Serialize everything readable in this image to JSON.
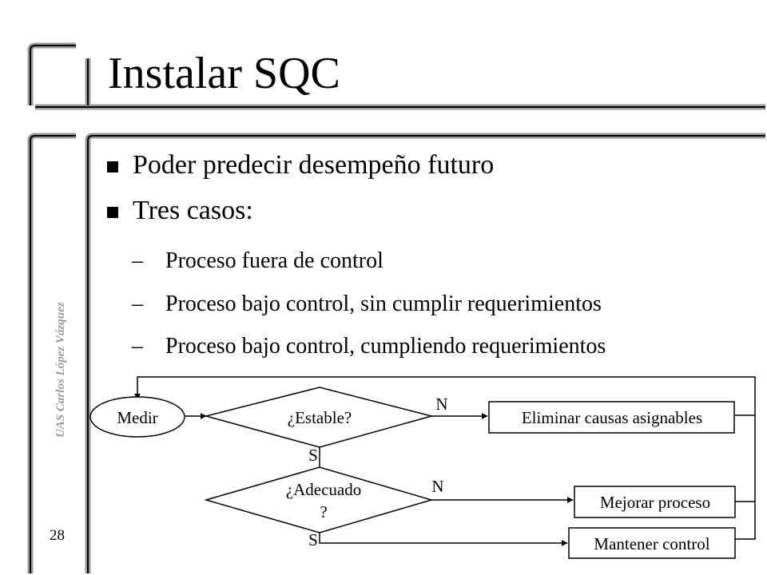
{
  "slide": {
    "title": "Instalar SQC",
    "bullets": [
      {
        "text": "Poder predecir desempeño futuro"
      },
      {
        "text": "Tres casos:"
      }
    ],
    "sub_bullets": [
      {
        "dash": "–",
        "text": "Proceso fuera de control"
      },
      {
        "dash": "–",
        "text": "Proceso bajo control,  sin cumplir requerimientos"
      },
      {
        "dash": "–",
        "text": "Proceso bajo control, cumpliendo requerimientos"
      }
    ],
    "side_label": "UAS Carlos López Vázquez",
    "page_number": "28"
  },
  "flowchart": {
    "start": "Medir",
    "decision_1": "¿Estable?",
    "decision_2_line1": "¿Adecuado",
    "decision_2_line2": "?",
    "no_label_1": "N",
    "yes_label_1": "S",
    "no_label_2": "N",
    "yes_label_2": "S",
    "box_eliminate": "Eliminar causas asignables",
    "box_improve": "Mejorar proceso",
    "box_maintain": "Mantener control"
  }
}
